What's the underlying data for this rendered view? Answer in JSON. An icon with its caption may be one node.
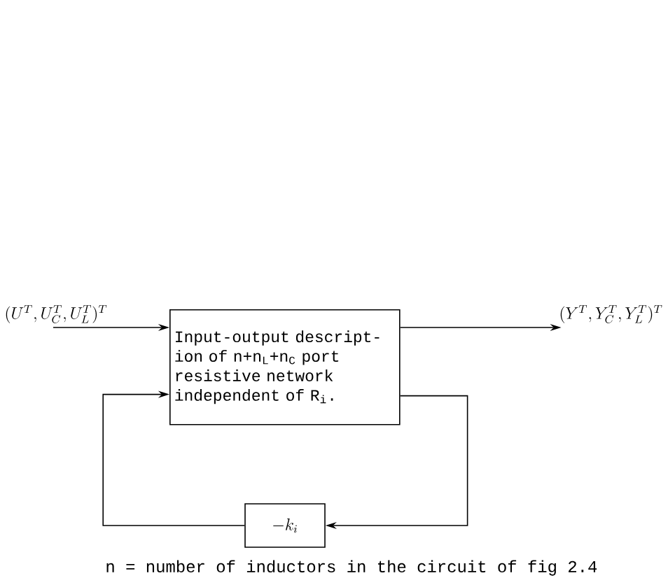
{
  "diagram": {
    "nodes": [
      {
        "text": [
          "(U^T,U_C^T,U_L^T)^T"
        ]
      },
      {
        "text": [
          "Input-output descript- ion of n+n$_{L}$+n$_{C}$ port resistive network independent of R$_{i}$."
        ]
      },
      {
        "text": [
          "(Y^T,Y_C^T,Y_L^T)^T"
        ]
      },
      {
        "text": [
          "-k_i"
        ]
      }
    ],
    "edges": [
      {
        "from": 0,
        "to": 1,
        "arrow": "to"
      },
      {
        "from": 1,
        "to": 2,
        "arrow": "to"
      },
      {
        "from": 1,
        "to": 3,
        "arrow": "to"
      },
      {
        "from": 3,
        "to": 1,
        "arrow": "to"
      }
    ],
    "caption": "n = number of inductors in the circuit of fig 2.4"
  }
}
